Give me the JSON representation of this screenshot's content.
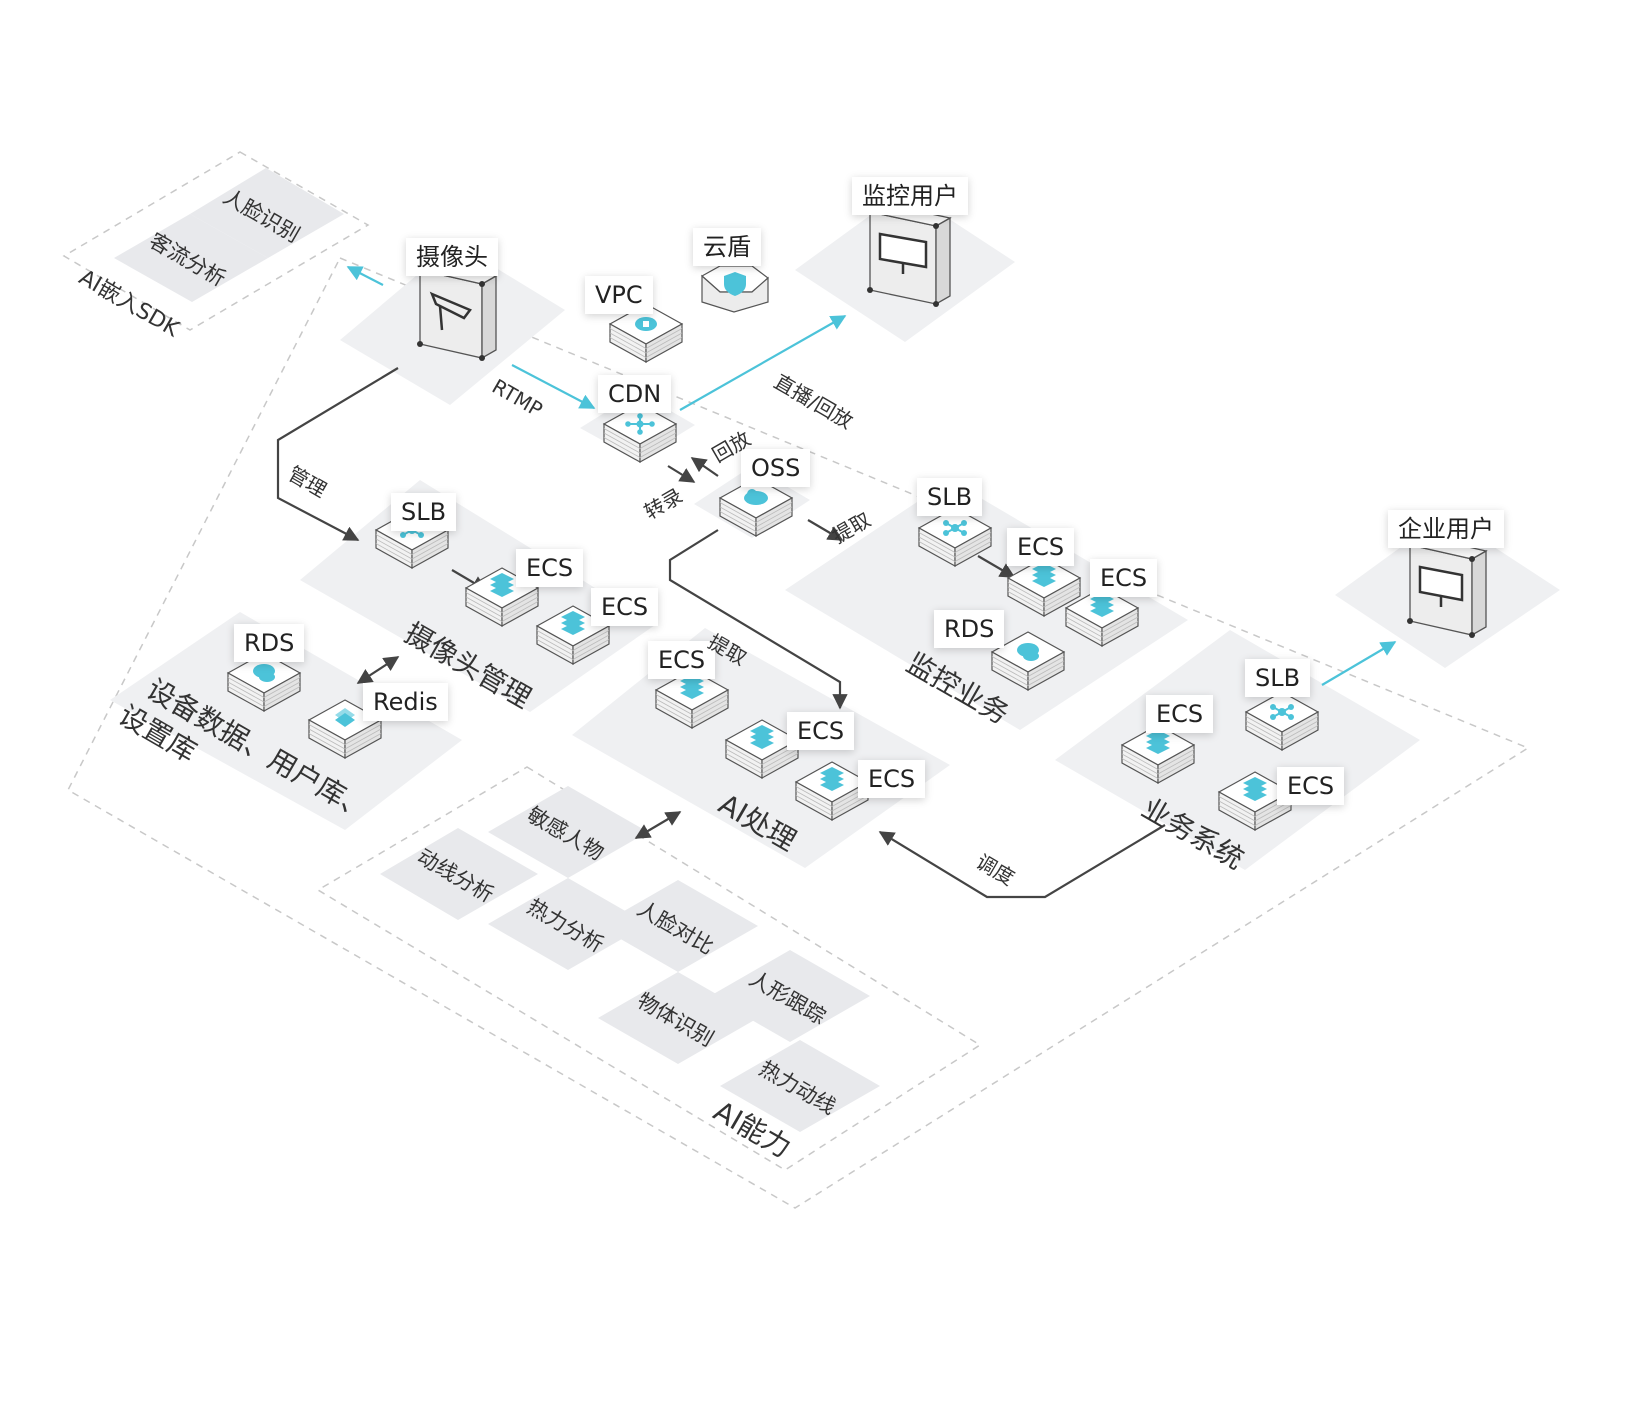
{
  "colors": {
    "accent": "#4cc3d9",
    "line": "#444444",
    "platform": "#eff0f2",
    "dashed": "#c8c8c8"
  },
  "sdk": {
    "title": "AI嵌入SDK",
    "items": [
      "人脸识别",
      "客流分析"
    ]
  },
  "camera": {
    "label": "摄像头",
    "icon": "camera-device-icon"
  },
  "vpc": {
    "label": "VPC",
    "icon": "cloud-lock-icon"
  },
  "yundun": {
    "label": "云盾",
    "icon": "shield-icon"
  },
  "monitor_user": {
    "label": "监控用户",
    "icon": "terminal-icon"
  },
  "cdn": {
    "label": "CDN",
    "icon": "network-hub-icon"
  },
  "oss": {
    "label": "OSS",
    "icon": "cloud-storage-icon"
  },
  "edges": {
    "rtmp": "RTMP",
    "live_playback": "直播/回放",
    "playback": "回放",
    "transcode": "转录",
    "extract_1": "提取",
    "extract_2": "提取",
    "manage": "管理",
    "dispatch": "调度"
  },
  "camera_mgmt": {
    "title": "摄像头管理",
    "slb": "SLB",
    "ecs1": "ECS",
    "ecs2": "ECS"
  },
  "device_db": {
    "title_line1": "设备数据、用户库、",
    "title_line2": "设置库",
    "rds": "RDS",
    "redis": "Redis"
  },
  "ai_processing": {
    "title": "AI处理",
    "ecs1": "ECS",
    "ecs2": "ECS",
    "ecs3": "ECS"
  },
  "monitor_biz": {
    "title": "监控业务",
    "slb": "SLB",
    "ecs1": "ECS",
    "ecs2": "ECS",
    "rds": "RDS"
  },
  "enterprise_user": {
    "label": "企业用户",
    "icon": "terminal-icon"
  },
  "biz_system": {
    "title": "业务系统",
    "slb": "SLB",
    "ecs1": "ECS",
    "ecs2": "ECS"
  },
  "ai_capability": {
    "title": "AI能力",
    "items": [
      "动线分析",
      "敏感人物",
      "热力分析",
      "人脸对比",
      "物体识别",
      "人形跟踪",
      "热力动线"
    ]
  }
}
